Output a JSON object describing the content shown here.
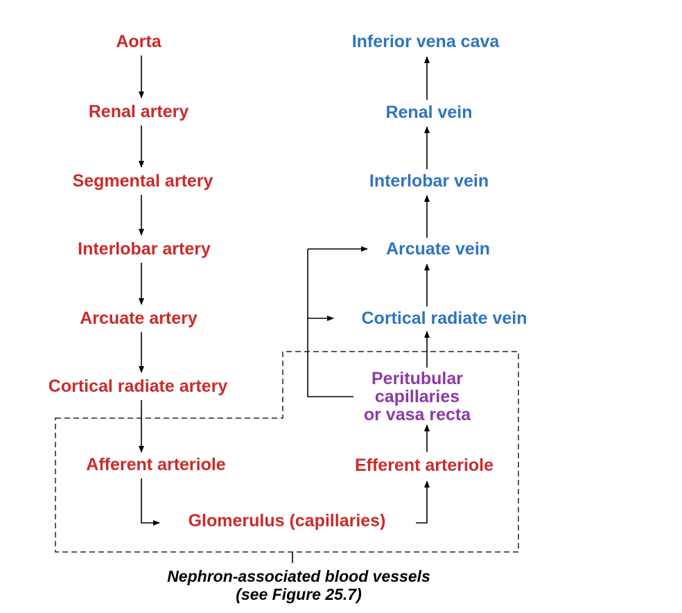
{
  "colors": {
    "artery": "#cc2a2a",
    "vein": "#2f74c0",
    "capillary": "#8b3aa6",
    "line": "#000000"
  },
  "arterial": {
    "aorta": "Aorta",
    "renal_artery": "Renal artery",
    "segmental_artery": "Segmental artery",
    "interlobar_artery": "Interlobar artery",
    "arcuate_artery": "Arcuate artery",
    "cortical_radiate_artery": "Cortical radiate artery",
    "afferent_arteriole": "Afferent arteriole",
    "efferent_arteriole": "Efferent arteriole"
  },
  "capillaries": {
    "glomerulus": "Glomerulus (capillaries)",
    "peritubular": {
      "line1": "Peritubular",
      "line2": "capillaries",
      "line3": "or vasa recta"
    }
  },
  "venous": {
    "inferior_vena_cava": "Inferior vena cava",
    "renal_vein": "Renal vein",
    "interlobar_vein": "Interlobar vein",
    "arcuate_vein": "Arcuate vein",
    "cortical_radiate_vein": "Cortical radiate vein"
  },
  "caption": {
    "line1": "Nephron-associated blood vessels",
    "line2": "(see Figure 25.7)"
  }
}
